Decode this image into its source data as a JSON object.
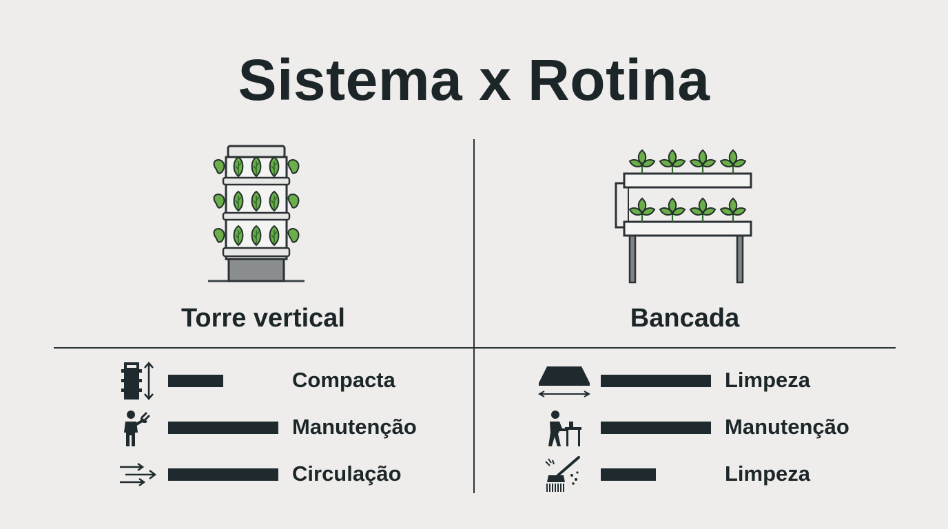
{
  "title": "Sistema x Rotina",
  "left": {
    "name": "Torre vertical",
    "illustration": "vertical-tower-planter-icon",
    "rows": [
      {
        "icon": "compact-tower-height-icon",
        "label": "Compacta",
        "level": 0.5
      },
      {
        "icon": "person-wrench-maintenance-icon",
        "label": "Manutenção",
        "level": 1.0
      },
      {
        "icon": "airflow-arrows-icon",
        "label": "Circulação",
        "level": 1.0
      }
    ]
  },
  "right": {
    "name": "Bancada",
    "illustration": "bench-planter-icon",
    "rows": [
      {
        "icon": "flat-surface-width-icon",
        "label": "Limpeza",
        "level": 1.0
      },
      {
        "icon": "person-at-bench-maintenance-icon",
        "label": "Manutenção",
        "level": 1.0
      },
      {
        "icon": "brush-cleaning-icon",
        "label": "Limpeza",
        "level": 0.5
      }
    ]
  },
  "colors": {
    "background": "#efedeb",
    "text": "#1c2629",
    "bar": "#1e2a2e",
    "leaf": "#6cae4a",
    "leaf_dark": "#2f6b2a"
  }
}
